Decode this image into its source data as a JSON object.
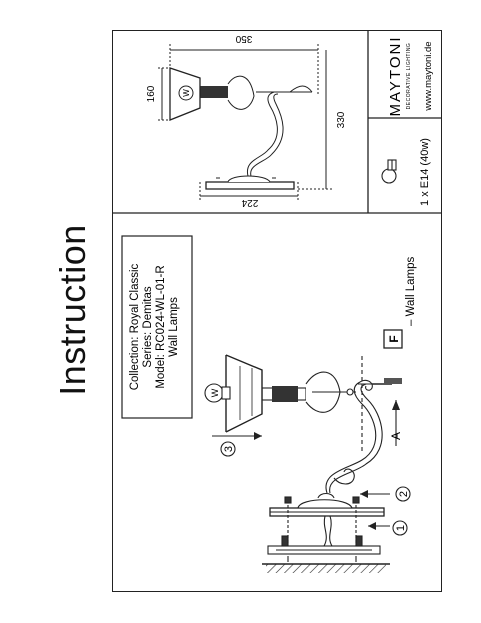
{
  "title": "Instruction",
  "info_box": {
    "collection": "Collection: Royal Classic",
    "series": "Series: Demitas",
    "model": "Model: RC024-WL-01-R",
    "type": "Wall Lamps"
  },
  "legend": {
    "icon_letter": "F",
    "label": "– Wall Lamps"
  },
  "callouts": [
    "1",
    "2",
    "3"
  ],
  "arrow_label": "A",
  "dimensions": {
    "width": "350",
    "height_shade": "160",
    "height_total": "330",
    "base": "224"
  },
  "bulb": {
    "glyph": "W",
    "spec": "1 x E14 (40w)"
  },
  "brand": {
    "name": "MAYTONI",
    "tagline": "DECORATIVE LIGHTING",
    "website": "www.maytoni.de"
  },
  "colors": {
    "line": "#222222",
    "shade": "#444444"
  }
}
